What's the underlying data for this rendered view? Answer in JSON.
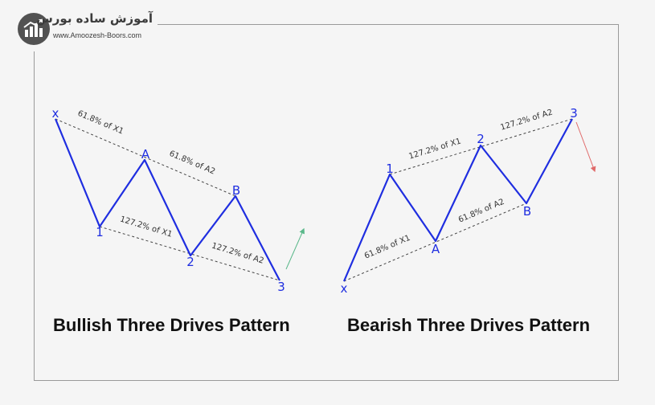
{
  "logo": {
    "title": "آموزش ساده بورس",
    "url": "www.Amoozesh-Boors.com",
    "icon": "bar-chart-growth-icon"
  },
  "colors": {
    "pattern_line": "#1f2ee0",
    "guide_line": "#444444",
    "bullish_arrow": "#5ab88a",
    "bearish_arrow": "#e06a6a",
    "point_label": "#1f2ee0",
    "annotation": "#333333"
  },
  "bullish": {
    "caption": "Bullish Three Drives Pattern",
    "points": {
      "x": "x",
      "d1": "1",
      "a": "A",
      "d2": "2",
      "b": "B",
      "d3": "3"
    },
    "annotations": {
      "top_1": "61.8% of X1",
      "top_2": "61.8% of A2",
      "bottom_1": "127.2% of X1",
      "bottom_2": "127.2% of A2"
    }
  },
  "bearish": {
    "caption": "Bearish Three Drives Pattern",
    "points": {
      "x": "x",
      "d1": "1",
      "a": "A",
      "d2": "2",
      "b": "B",
      "d3": "3"
    },
    "annotations": {
      "bottom_1": "61.8% of X1",
      "bottom_2": "61.8% of A2",
      "top_1": "127.2% of X1",
      "top_2": "127.2% of A2"
    }
  }
}
